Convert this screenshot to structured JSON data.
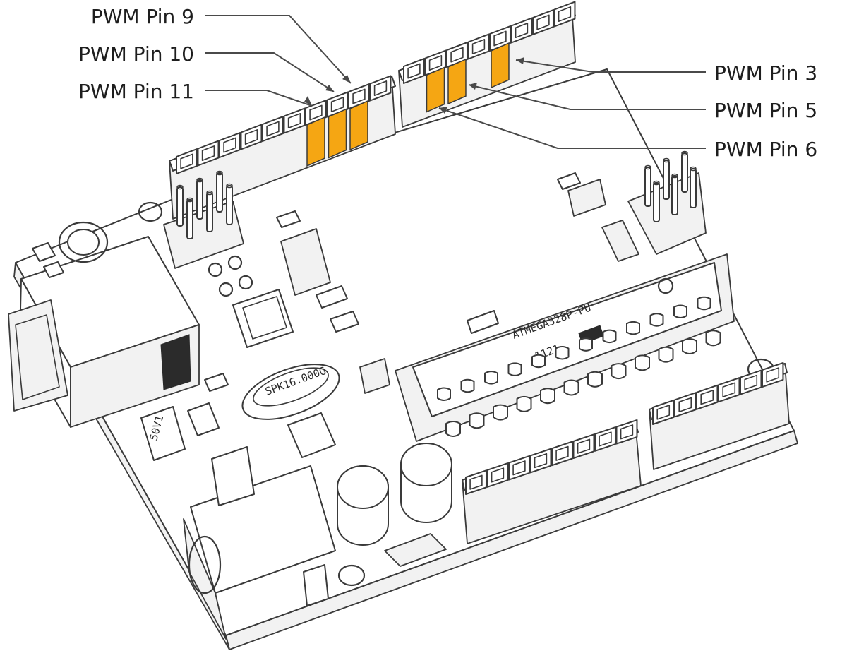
{
  "colors": {
    "pwm_highlight": "#F5A613",
    "outline": "#3A3A3A",
    "label": "#1E1E1E"
  },
  "labels": {
    "pin9": "PWM Pin 9",
    "pin10": "PWM Pin 10",
    "pin11": "PWM Pin 11",
    "pin3": "PWM Pin 3",
    "pin5": "PWM Pin 5",
    "pin6": "PWM Pin 6"
  },
  "board_markings": {
    "crystal": "SPK16.000G",
    "mcu": "ATMEGA328P-PU",
    "mcu_code": "1121",
    "regulator": "50V1"
  }
}
